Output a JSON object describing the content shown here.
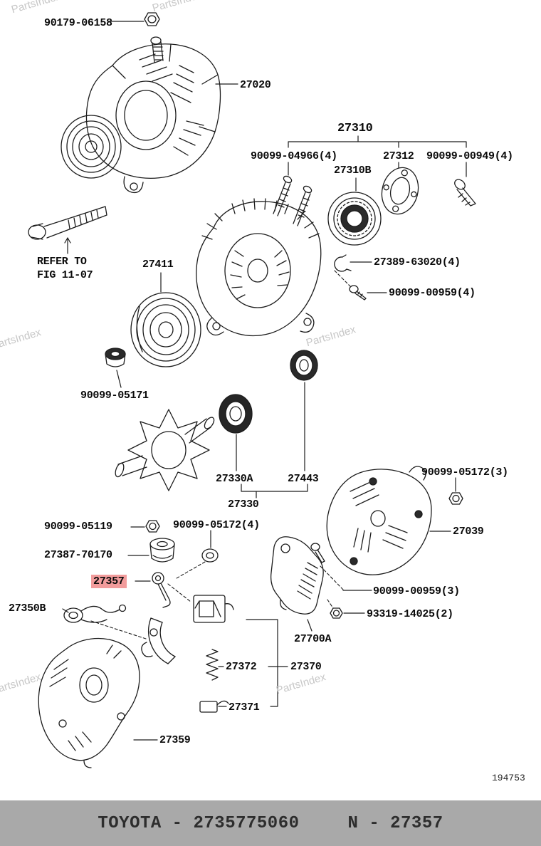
{
  "watermark": "PartsIndex",
  "diagram_number": "194753",
  "colors": {
    "highlight": "#f29c9c",
    "footer_bg": "#a9a9a9",
    "line": "#1c1c1c",
    "watermark": "#c7c7c7"
  },
  "footer": {
    "left": "TOYOTA - 2735775060",
    "right": "N - 27357"
  },
  "labels": [
    "90179-06158",
    "27020",
    "27310",
    "90099-04966(4)",
    "27312",
    "90099-00949(4)",
    "27310B",
    "REFER TO\nFIG 11-07",
    "27411",
    "27389-63020(4)",
    "90099-00959(4)",
    "90099-05171",
    "27330A",
    "27443",
    "27330",
    "90099-05172(3)",
    "27039",
    "90099-05119",
    "90099-05172(4)",
    "27387-70170",
    "27357",
    "27350B",
    "90099-00959(3)",
    "93319-14025(2)",
    "27700A",
    "27372",
    "27370",
    "27371",
    "27359"
  ]
}
